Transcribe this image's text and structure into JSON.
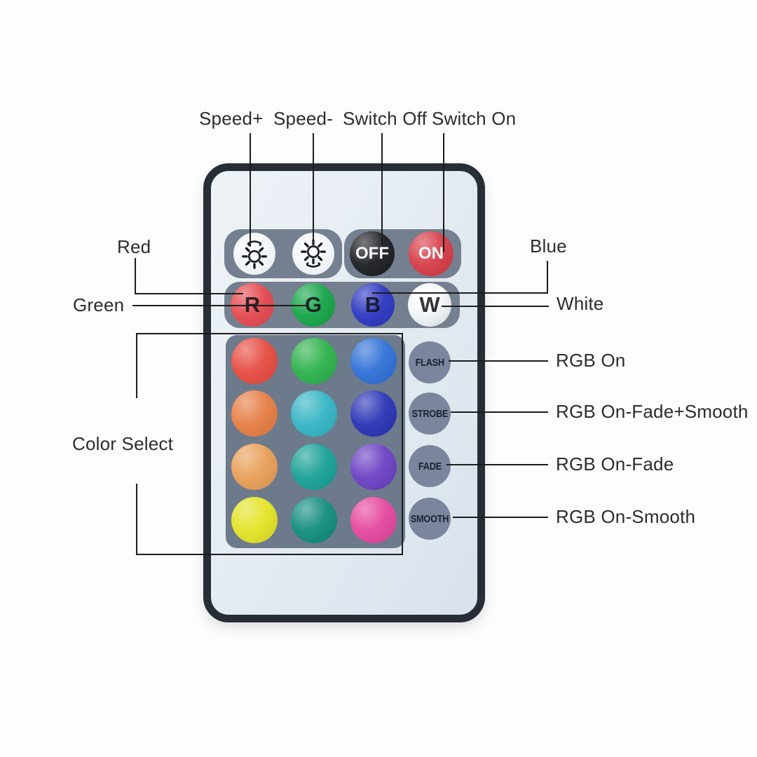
{
  "annotations": {
    "top": [
      "Speed+",
      "Speed-",
      "Switch Off",
      "Switch On"
    ],
    "left": {
      "red": "Red",
      "green": "Green",
      "color_select": "Color Select"
    },
    "right": {
      "blue": "Blue",
      "white": "White",
      "mode_labels": [
        "RGB On",
        "RGB On-Fade+Smooth",
        "RGB On-Fade",
        "RGB On-Smooth"
      ]
    }
  },
  "remote": {
    "brightness_buttons": [
      {
        "icon": "brightness-up-icon"
      },
      {
        "icon": "brightness-down-icon"
      }
    ],
    "power_buttons": [
      {
        "label": "OFF",
        "color": "#1a1d22"
      },
      {
        "label": "ON",
        "color": "#d63a45"
      }
    ],
    "rgbw_buttons": [
      {
        "label": "R",
        "color": "#e4474e"
      },
      {
        "label": "G",
        "color": "#14a446"
      },
      {
        "label": "B",
        "color": "#2a35c0"
      },
      {
        "label": "W",
        "color": "#f4f7f9"
      }
    ],
    "color_grid": [
      {
        "name": "red",
        "color": "#e64a3f"
      },
      {
        "name": "green",
        "color": "#2bb14a"
      },
      {
        "name": "blue",
        "color": "#2e6fd6"
      },
      {
        "name": "orange",
        "color": "#e67c42"
      },
      {
        "name": "cyan",
        "color": "#33b4c4"
      },
      {
        "name": "dark-blue",
        "color": "#2832b4"
      },
      {
        "name": "light-orange",
        "color": "#e89e55"
      },
      {
        "name": "teal",
        "color": "#17a094"
      },
      {
        "name": "purple",
        "color": "#6a3fc3"
      },
      {
        "name": "yellow",
        "color": "#e3e324"
      },
      {
        "name": "dark-teal",
        "color": "#108c7d"
      },
      {
        "name": "pink",
        "color": "#e4459c"
      }
    ],
    "mode_buttons": [
      {
        "label": "FLASH"
      },
      {
        "label": "STROBE"
      },
      {
        "label": "FADE"
      },
      {
        "label": "SMOOTH"
      }
    ]
  },
  "colors": {
    "remote_border": "#272e36",
    "button_panel": "#74808f",
    "grid_panel": "#6d7a8c",
    "mode_button": "#7b869e",
    "annotation_line": "#1c1c1c"
  }
}
